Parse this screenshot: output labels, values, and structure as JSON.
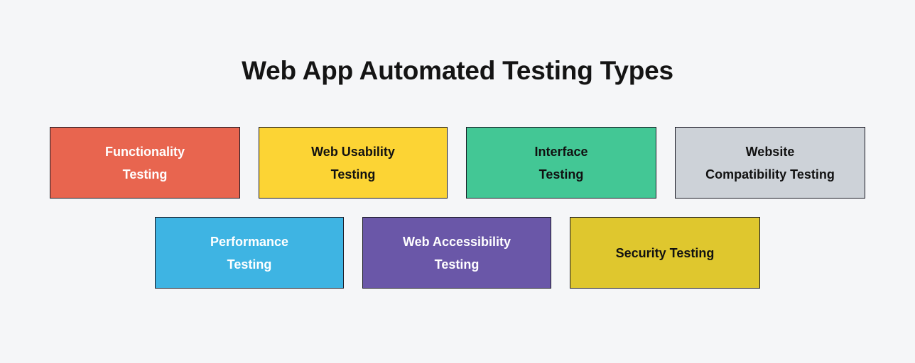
{
  "page": {
    "title": "Web App Automated Testing Types",
    "background_color": "#F5F6F8",
    "title_color": "#141414",
    "card_border_color": "#1b1b26"
  },
  "diagram": {
    "type": "category-boxes",
    "rows": [
      {
        "cards": [
          {
            "label": "Functionality\nTesting",
            "fill": "#E8654F",
            "text_color": "#FFFFFF"
          },
          {
            "label": "Web Usability\nTesting",
            "fill": "#FCD434",
            "text_color": "#111111"
          },
          {
            "label": "Interface\nTesting",
            "fill": "#43C795",
            "text_color": "#111111"
          },
          {
            "label": "Website\nCompatibility Testing",
            "fill": "#CDD2D8",
            "text_color": "#111111"
          }
        ]
      },
      {
        "cards": [
          {
            "label": "Performance\nTesting",
            "fill": "#3EB4E3",
            "text_color": "#FFFFFF"
          },
          {
            "label": "Web Accessibility\nTesting",
            "fill": "#6A57A8",
            "text_color": "#FFFFFF"
          },
          {
            "label": "Security Testing",
            "fill": "#DFC72E",
            "text_color": "#111111"
          }
        ]
      }
    ]
  }
}
